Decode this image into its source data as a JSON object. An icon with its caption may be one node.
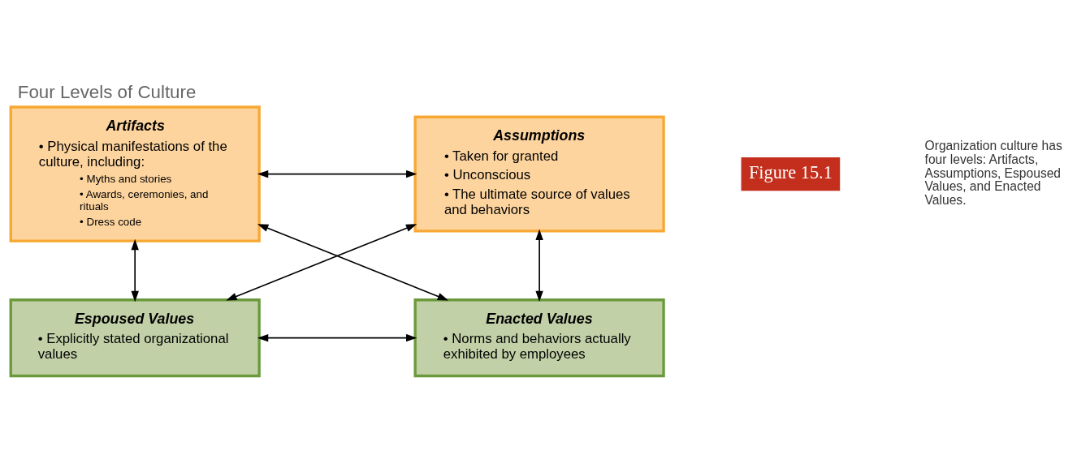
{
  "diagram": {
    "title": "Four Levels of Culture",
    "caption": "Organization culture has four levels: Artifacts, Assumptions, Espoused Values, and Enacted Values.",
    "nodes": [
      {
        "text": [
          "Artifacts",
          "• Physical manifestations of the culture, including:",
          "• Myths and stories",
          "• Awards, ceremonies, and rituals",
          "• Dress code"
        ]
      },
      {
        "text": [
          "Assumptions",
          "• Taken for granted",
          "• Unconscious",
          "• The ultimate source of values and behaviors"
        ]
      },
      {
        "text": [
          "Espoused Values",
          "• Explicitly stated organizational values"
        ]
      },
      {
        "text": [
          "Enacted Values",
          "• Norms and behaviors actually exhibited by employees"
        ]
      }
    ],
    "edges": [
      {
        "from": 0,
        "to": 1,
        "arrow": "both"
      },
      {
        "from": 0,
        "to": 2,
        "arrow": "both"
      },
      {
        "from": 0,
        "to": 3,
        "arrow": "both"
      },
      {
        "from": 1,
        "to": 2,
        "arrow": "both"
      },
      {
        "from": 1,
        "to": 3,
        "arrow": "both"
      },
      {
        "from": 2,
        "to": 3,
        "arrow": "both"
      }
    ],
    "labels": [
      "Figure 15.1"
    ]
  }
}
